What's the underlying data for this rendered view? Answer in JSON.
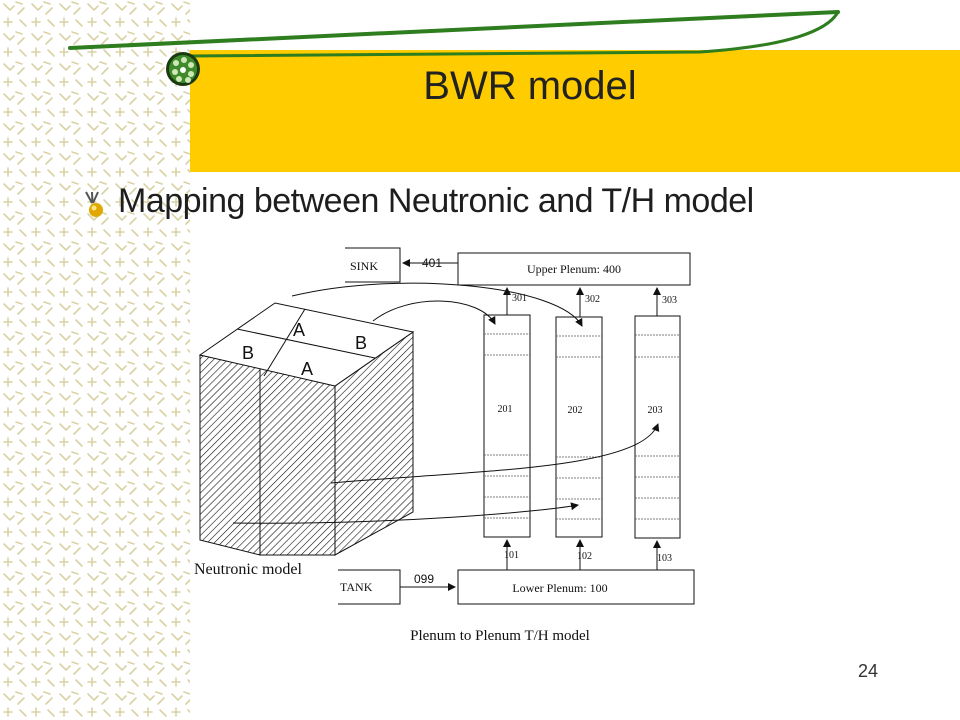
{
  "slide": {
    "title": "BWR model",
    "bullet": "Mapping between Neutronic and T/H model",
    "page_number": "24",
    "colors": {
      "title_band": "#ffcc00",
      "swoosh": "#2e7d1f",
      "pattern": "#d9d2a4"
    }
  },
  "diagram": {
    "neutronic_label": "Neutronic model",
    "caption": "Plenum to Plenum T/H model",
    "assembly_labels": [
      "A",
      "B",
      "B",
      "A"
    ],
    "sink_label": "SINK",
    "tank_label": "TANK",
    "upper_plenum": "Upper Plenum: 400",
    "lower_plenum": "Lower Plenum: 100",
    "junction_top": "401",
    "junction_bottom": "099",
    "upper_junctions": [
      "301",
      "302",
      "303"
    ],
    "channels": [
      "201",
      "202",
      "203"
    ],
    "lower_junctions": [
      "101",
      "102",
      "103"
    ]
  }
}
